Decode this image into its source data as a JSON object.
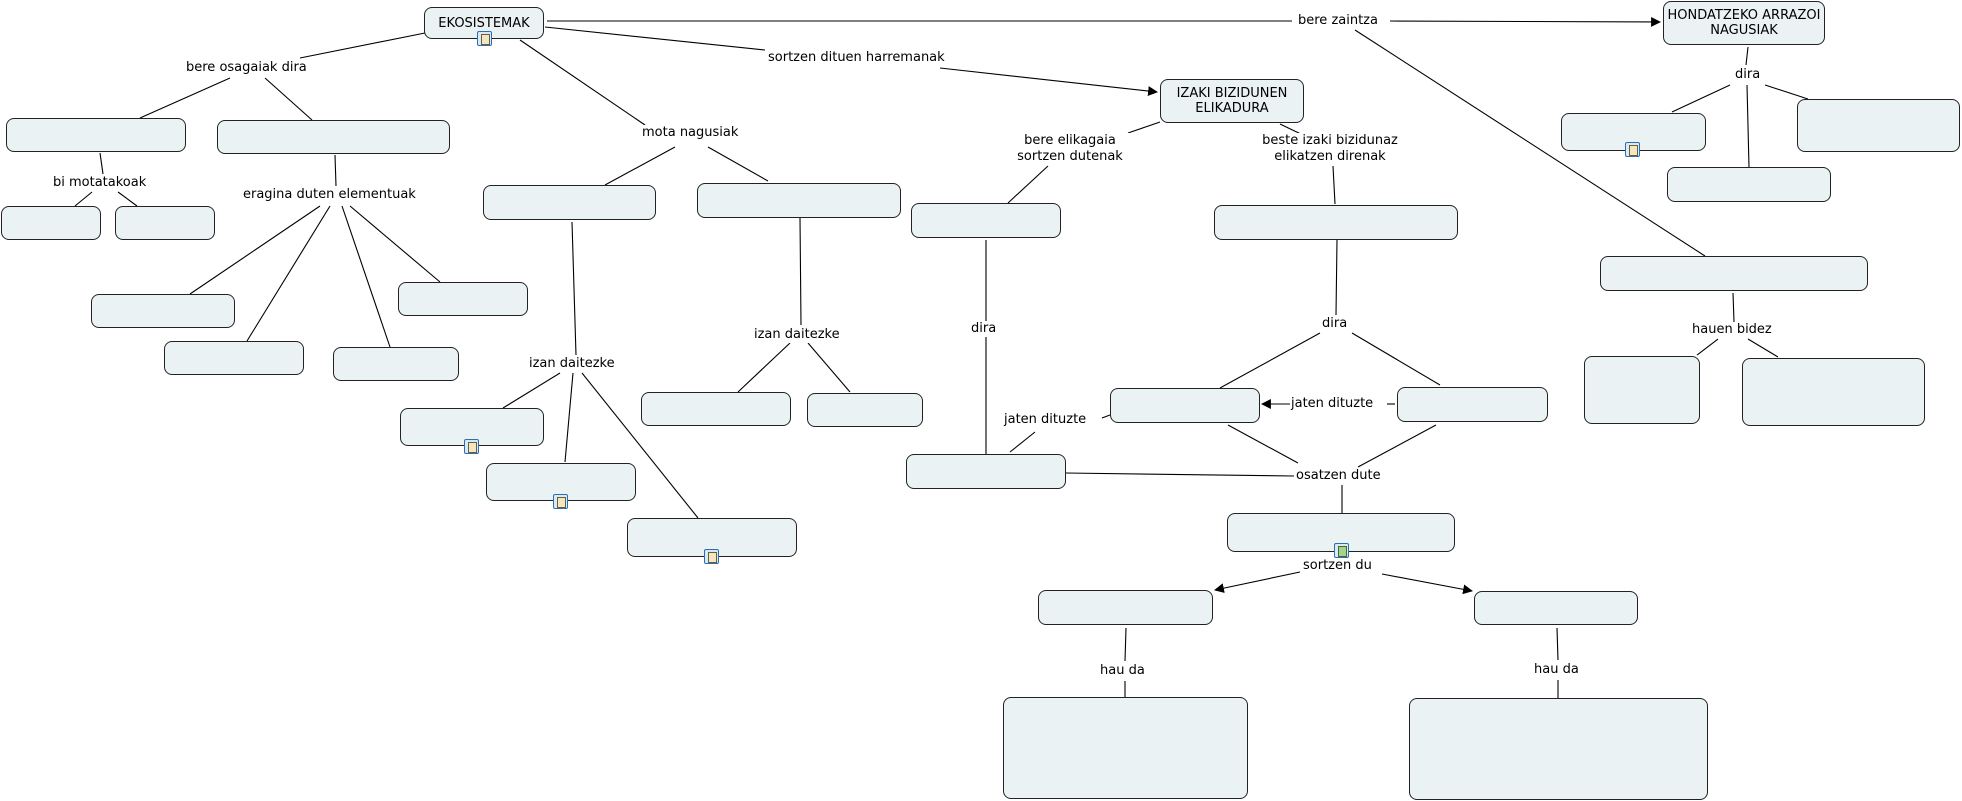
{
  "nodes": {
    "ekosistemak": "EKOSISTEMAK",
    "hondatzeko": "HONDATZEKO ARRAZOI NAGUSIAK",
    "izaki_elikadura": "IZAKI BIZIDUNEN ELIKADURA"
  },
  "links": {
    "bere_osagaiak_dira": "bere osagaiak dira",
    "bi_motatakoak": "bi motatakoak",
    "eragina_duten_elementuak": "eragina duten elementuak",
    "mota_nagusiak": "mota nagusiak",
    "izan_daitezke_1": "izan daitezke",
    "izan_daitezke_2": "izan daitezke",
    "sortzen_dituen_harremanak": "sortzen dituen harremanak",
    "bere_zaintza": "bere zaintza",
    "dira_hondatzeko": "dira",
    "hauen_bidez": "hauen bidez",
    "bere_elikagaia_sortzen": "bere elikagaia sortzen dutenak",
    "beste_izaki_bizidunaz": "beste izaki bizidunaz elikatzen direnak",
    "dira_ezker": "dira",
    "dira_eskuin": "dira",
    "jaten_dituzte_1": "jaten dituzte",
    "jaten_dituzte_2": "jaten dituzte",
    "osatzen_dute": "osatzen dute",
    "sortzen_du": "sortzen du",
    "hau_da_1": "hau da",
    "hau_da_2": "hau da"
  },
  "icons": [
    "document-icon",
    "image-icon"
  ],
  "colors": {
    "node_fill": "#ebf2f4",
    "node_border": "#222222",
    "line": "#000000"
  }
}
